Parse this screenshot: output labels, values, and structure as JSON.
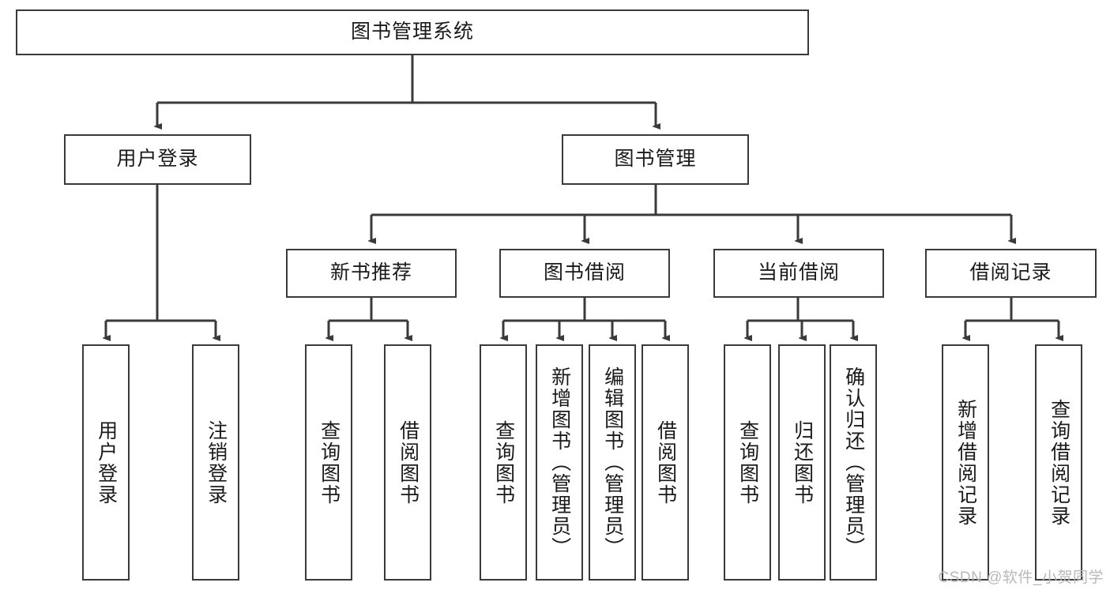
{
  "diagram": {
    "title": "图书管理系统",
    "type": "tree-hierarchy",
    "root": {
      "label": "图书管理系统"
    },
    "level2": [
      {
        "label": "用户登录"
      },
      {
        "label": "图书管理"
      }
    ],
    "level3": [
      {
        "label": "新书推荐"
      },
      {
        "label": "图书借阅"
      },
      {
        "label": "当前借阅"
      },
      {
        "label": "借阅记录"
      }
    ],
    "leaves": {
      "user_login": [
        {
          "label": "用户登录"
        },
        {
          "label": "注销登录"
        }
      ],
      "new_book_recommend": [
        {
          "label": "查询图书"
        },
        {
          "label": "借阅图书"
        }
      ],
      "book_borrow": [
        {
          "label": "查询图书"
        },
        {
          "label": "新增图书（管理员）"
        },
        {
          "label": "编辑图书（管理员）"
        },
        {
          "label": "借阅图书"
        }
      ],
      "current_borrow": [
        {
          "label": "查询图书"
        },
        {
          "label": "归还图书"
        },
        {
          "label": "确认归还（管理员）"
        }
      ],
      "borrow_record": [
        {
          "label": "新增借阅记录"
        },
        {
          "label": "查询借阅记录"
        }
      ]
    },
    "watermark": "CSDN @软件_小贺同学",
    "colors": {
      "stroke": "#3a3a3a",
      "fill": "#ffffff",
      "text": "#1a1a1a",
      "watermark": "#b8b8b8"
    }
  }
}
